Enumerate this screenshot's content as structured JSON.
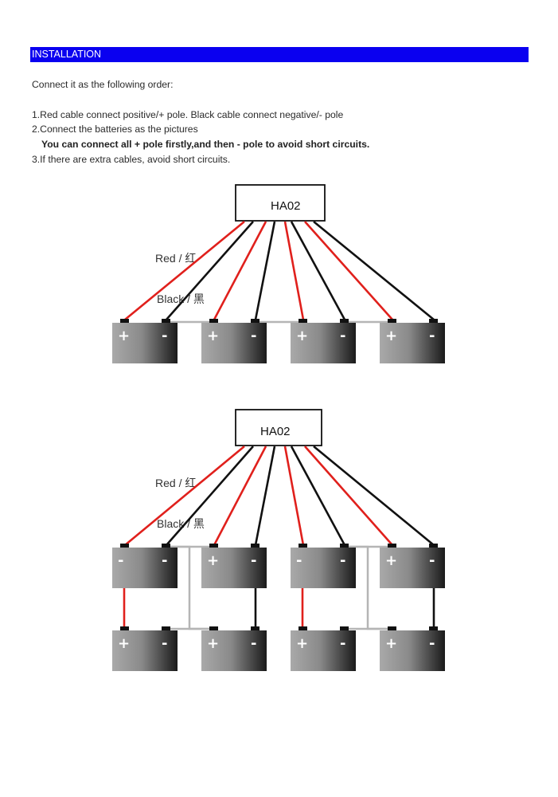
{
  "header": {
    "title": "INSTALLATION"
  },
  "intro": "Connect it as the following order:",
  "steps": {
    "s1": "1.Red cable connect positive/+ pole. Black cable connect negative/- pole",
    "s2": "2.Connect the batteries as the pictures",
    "s2_note": "You can connect all + pole firstly,and then - pole to avoid short circuits.",
    "s3": "3.If there are extra cables, avoid short circuits."
  },
  "diagrams": [
    {
      "hub": "HA02",
      "red_label": "Red / 红",
      "black_label": "Black / 黑"
    },
    {
      "hub": "HA02",
      "red_label": "Red / 红",
      "black_label": "Black / 黑"
    }
  ],
  "battery_signs": {
    "plus": "+",
    "minus": "-"
  },
  "colors": {
    "header": "#0a00f0",
    "red_cable": "#e0201c",
    "black_cable": "#111111",
    "link": "#b5b5b5"
  }
}
